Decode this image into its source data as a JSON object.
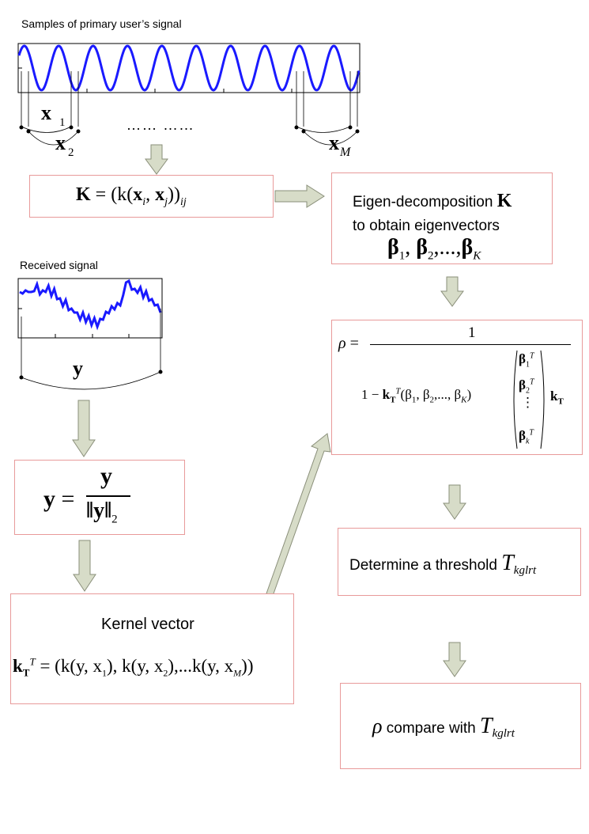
{
  "samples_caption": "Samples of primary user’s signal",
  "received_caption": "Received signal",
  "ellipsis": "……  ……",
  "labels": {
    "x1": "x",
    "x1_sub": "1",
    "x2": "x",
    "x2_sub": "2",
    "xM": "x",
    "xM_sub": "M",
    "y": "y"
  },
  "box_k": {
    "lhs": "K",
    "eq": " = (k(",
    "xi": "x",
    "i": "i",
    "comma": ", ",
    "xj": "x",
    "j": "j",
    "close": "))",
    "ij": "ij"
  },
  "box_eigen": {
    "line1": "Eigen-decomposition",
    "K": "K",
    "line2": "to obtain eigenvectors",
    "b": "β",
    "s1": "1",
    "s2": "2",
    "dots": ",...,",
    "sK": "K"
  },
  "box_rho": {
    "rho": "ρ",
    "eq": " = ",
    "num": "1",
    "one_minus": "1 − ",
    "k": "k",
    "T_sub": "T",
    "T_sup": "T",
    "args": "(β",
    "a1": "1",
    "a2": "2",
    "adots": ",..., β",
    "aK": "K",
    "aclose": ")",
    "m1": "β",
    "m1s": "1",
    "m2": "β",
    "m2s": "2",
    "mdots": "⋮",
    "mk": "β",
    "mks": "k",
    "mT": "T",
    "kT": "k",
    "kTs": "T"
  },
  "box_ynorm": {
    "lhs": "y",
    "eq": " = ",
    "num": "y",
    "den": "‖y‖",
    "den_sub": "2"
  },
  "box_kernel": {
    "title": "Kernel vector",
    "k": "k",
    "T": "T",
    "sup": "T",
    "rest": " = (k(y, x",
    "s1": "1",
    "mid1": "), k(y, x",
    "s2": "2",
    "mid2": "),...k(y, x",
    "sM": "M",
    "end": "))"
  },
  "box_threshold": {
    "text": "Determine a threshold ",
    "T": "T",
    "sub": "kglrt"
  },
  "box_compare": {
    "rho": "ρ",
    "text": " compare with ",
    "T": "T",
    "sub": "kglrt"
  },
  "colors": {
    "box_border": "#e89a9a",
    "arrow_fill": "#d7dcc8",
    "arrow_stroke": "#8a8f7a",
    "signal": "#1a1aff"
  }
}
